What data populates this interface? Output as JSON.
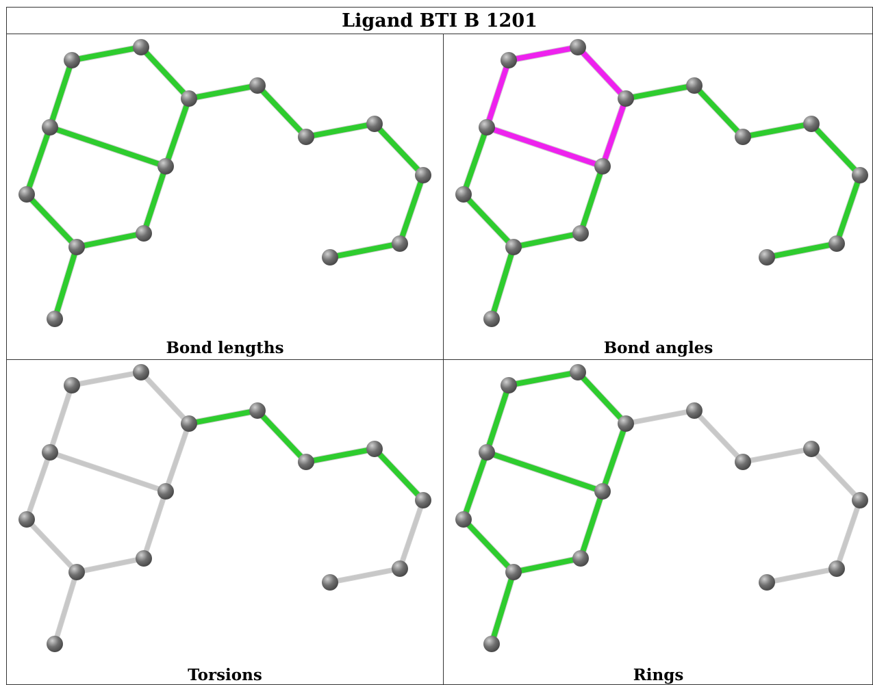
{
  "title": "Ligand BTI B 1201",
  "colors": {
    "highlight_green": "#2ecc2e",
    "highlight_magenta": "#ee22ee",
    "neutral_grey": "#c8c8c8",
    "atom": "#707070"
  },
  "panels": [
    {
      "caption": "Bond lengths",
      "highlight": "green"
    },
    {
      "caption": "Bond angles",
      "highlight": "magenta"
    },
    {
      "caption": "Torsions",
      "highlight": "green"
    },
    {
      "caption": "Rings",
      "highlight": "green"
    }
  ]
}
